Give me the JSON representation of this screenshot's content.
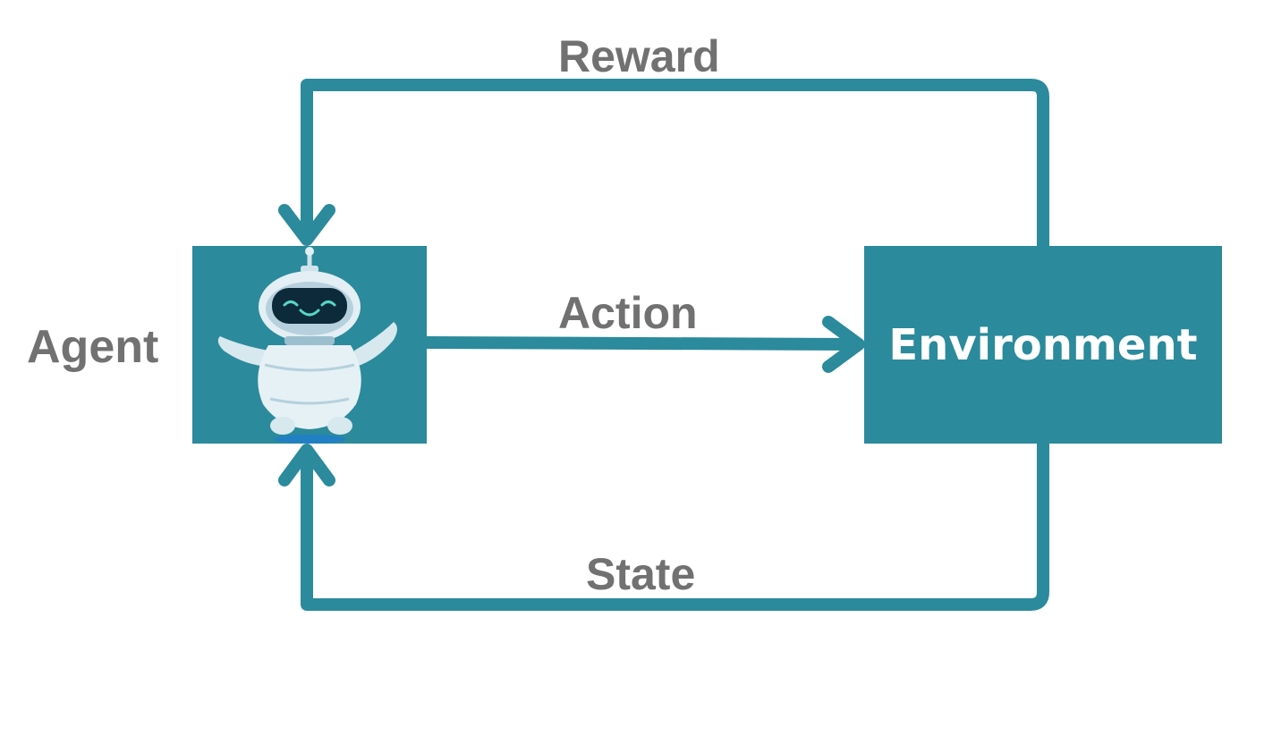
{
  "diagram": {
    "reward_label": "Reward",
    "action_label": "Action",
    "state_label": "State",
    "agent_label": "Agent",
    "environment_label": "Environment"
  },
  "colors": {
    "accent": "#2b8a9b",
    "label_text": "#717171",
    "environment_text": "#ffffff"
  },
  "icons": {
    "agent": "robot-icon"
  }
}
